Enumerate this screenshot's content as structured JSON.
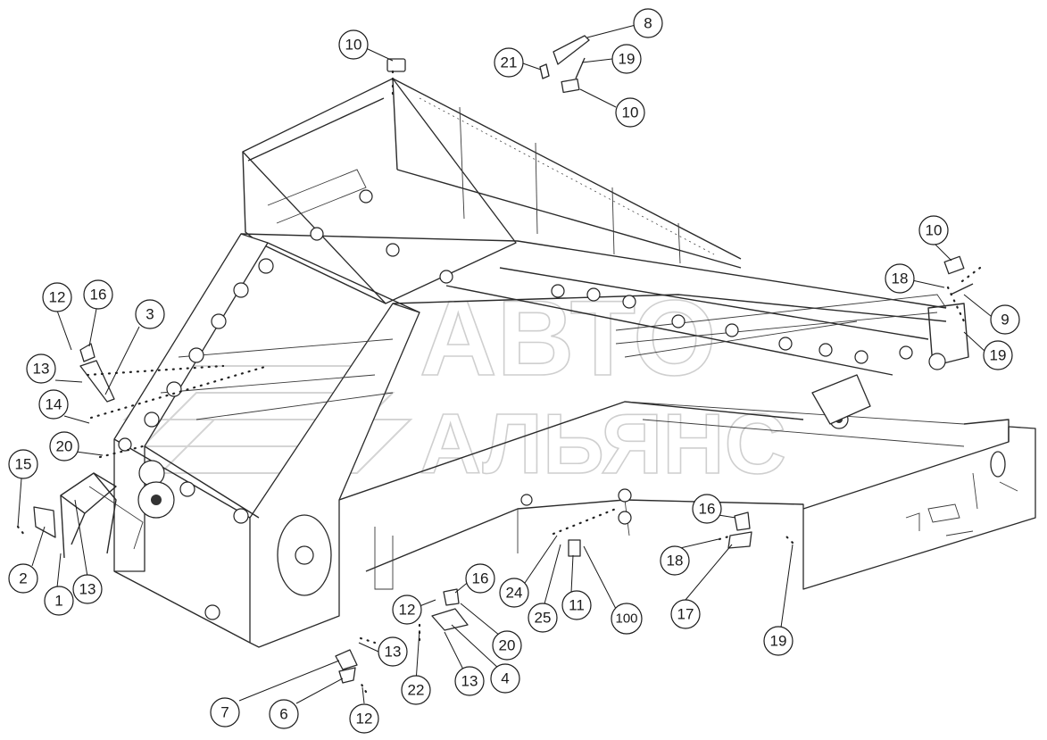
{
  "watermark": {
    "line1": "АВТО",
    "line2": "АЛЬЯНС"
  },
  "callouts": {
    "c10_top": "10",
    "c8": "8",
    "c21": "21",
    "c19_top": "19",
    "c10_mid": "10",
    "c10_right": "10",
    "c18_right": "18",
    "c9": "9",
    "c19_right": "19",
    "c12_left": "12",
    "c16_left": "16",
    "c3": "3",
    "c13_left": "13",
    "c14": "14",
    "c20_left": "20",
    "c15": "15",
    "c2": "2",
    "c1": "1",
    "c13_b": "13",
    "c16_mid": "16",
    "c18_mid": "18",
    "c17": "17",
    "c24": "24",
    "c25": "25",
    "c11": "11",
    "c100": "100",
    "c12_mid": "12",
    "c16_c": "16",
    "c20_mid": "20",
    "c4": "4",
    "c13_mid": "13",
    "c22": "22",
    "c13_c": "13",
    "c7": "7",
    "c6": "6",
    "c12_bot": "12",
    "c19_bot": "19"
  }
}
